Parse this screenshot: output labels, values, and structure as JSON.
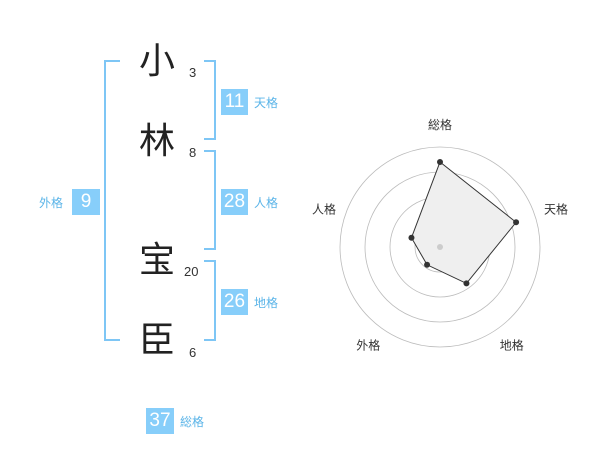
{
  "name": {
    "characters": [
      {
        "char": "小",
        "strokes": "3"
      },
      {
        "char": "林",
        "strokes": "8"
      },
      {
        "char": "宝",
        "strokes": "20"
      },
      {
        "char": "臣",
        "strokes": "6"
      }
    ]
  },
  "kaku": {
    "tenkaku": {
      "value": "11",
      "label": "天格"
    },
    "jinkaku": {
      "value": "28",
      "label": "人格"
    },
    "chikaku": {
      "value": "26",
      "label": "地格"
    },
    "gaikaku": {
      "value": "9",
      "label": "外格"
    },
    "soukaku": {
      "value": "37",
      "label": "総格"
    }
  },
  "chart_data": {
    "type": "radar",
    "axes": [
      "総格",
      "天格",
      "地格",
      "外格",
      "人格"
    ],
    "values": [
      0.85,
      0.8,
      0.45,
      0.22,
      0.3
    ],
    "rings": 4,
    "range": [
      0,
      1
    ]
  },
  "colors": {
    "accent": "#87cefa",
    "bracket": "#7ec6f5"
  }
}
